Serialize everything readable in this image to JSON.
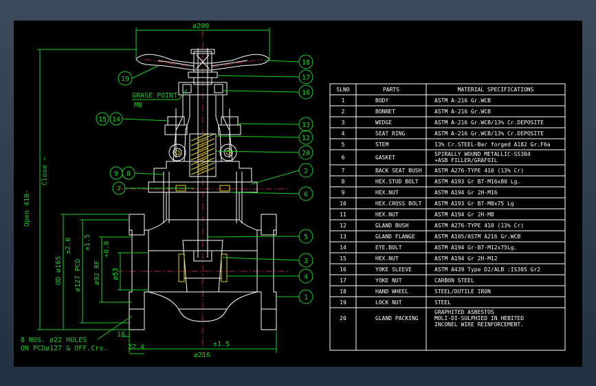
{
  "dims": {
    "top_width": "ø200",
    "bottom_width": "ø216",
    "bottom_tol": "±1.5",
    "open_close": "Open 410-",
    "close": "Close ~",
    "od": "OD ø165",
    "od_tol": "±2.0",
    "pcd": "ø127 PCD",
    "pcd_tol": "±1.5",
    "rf": "ø92 RF",
    "rf_tol": "+0.8",
    "bore": "ø53",
    "grase_point": "GRASE POINT",
    "m8": "M8",
    "holes_1": "8 NOS. ø22 HOLES",
    "holes_2": "ON PCDø127 & OFF.Crs.",
    "d16": "16",
    "d224": "22.4"
  },
  "balloons": {
    "b1": "1",
    "b2": "2",
    "b3": "3",
    "b4": "4",
    "b5": "5",
    "b6": "6",
    "b7": "7",
    "b8": "8",
    "b9": "9",
    "b12": "12",
    "b13": "13",
    "b14": "14",
    "b15": "15",
    "b16": "16",
    "b17": "17",
    "b18": "18",
    "b19": "19",
    "b20": "20"
  },
  "table": {
    "headers": [
      "SLNO",
      "PARTS",
      "MATERIAL SPECIFICATIONS"
    ],
    "rows": [
      [
        "1",
        "BODY",
        "ASTM  A-216  Gr.WCB"
      ],
      [
        "2",
        "BONNET",
        "ASTM  A-216  Gr.WCB"
      ],
      [
        "3",
        "WEDGE",
        "ASTM  A-216  Gr.WCB/13% Cr.DEPOSITE"
      ],
      [
        "4",
        "SEAT RING",
        "ASTM  A-216  Gr.WCB/13% Cr.DEPOSITE"
      ],
      [
        "5",
        "STEM",
        "13% Cr.STEEL-Bar forged A182 Gr.F6a"
      ],
      [
        "6",
        "GASKET",
        "SPIRALLY WOUND METALLIC-SS304",
        "+ASB FILLER/GRAFOIL"
      ],
      [
        "7",
        "BACK SEAT BUSH",
        "ASTM A276-TYPE 410 (13% Cr)"
      ],
      [
        "8",
        "HEX.STUD BOLT",
        "ASTM  A193  Gr  B7-M16x80 Lg."
      ],
      [
        "9",
        "HEX.NUT",
        "ASTM  A194  Gr  2H-M16"
      ],
      [
        "10",
        "HEX.CROSS BOLT",
        "ASTM  A193  Gr  B7-M8x75 Lg"
      ],
      [
        "11",
        "HEX.NUT",
        "ASTM  A194  Gr  2H-M8"
      ],
      [
        "12",
        "GLAND BUSH",
        "ASTM  A276-TYPE 410 (13% Cr)"
      ],
      [
        "13",
        "GLAND FLANGE",
        "ASTM  A105/ASTM A216 Gr.WCB"
      ],
      [
        "14",
        "EYE.BOLT",
        "ASTM  A194  Gr-B7-M12x75Lg."
      ],
      [
        "15",
        "HEX.NUT",
        "ASTM  A194  Gr  2H-M12"
      ],
      [
        "16",
        "YOKE SLEEVE",
        "ASTM  A439 Type D2/ALB :IS305 Gr2"
      ],
      [
        "17",
        "YOKE NUT",
        "CARBON STEEL"
      ],
      [
        "18",
        "HAND WHEEL",
        "STEEL/DUTILE IRON"
      ],
      [
        "19",
        "LOCK NUT",
        "STEEL"
      ],
      [
        "20",
        "GLAND PACKING",
        "GRAPHITED ASBESTOS",
        "MOLI-DI-SULPHIED IN HEBITED",
        "INCONEL WIRE REINFORCEMENT."
      ]
    ]
  }
}
